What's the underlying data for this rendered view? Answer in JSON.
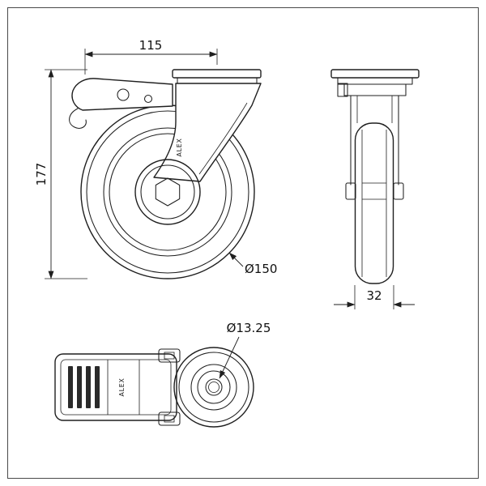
{
  "drawing": {
    "kind": "caster-technical-drawing",
    "line_color": "#1f1f1f",
    "background_color": "#ffffff"
  },
  "dims": {
    "width_115": "115",
    "height_177": "177",
    "wheel_diameter": "Ø150",
    "wheel_width": "32",
    "bolt_hole": "Ø13.25"
  },
  "brand": "ALEX"
}
